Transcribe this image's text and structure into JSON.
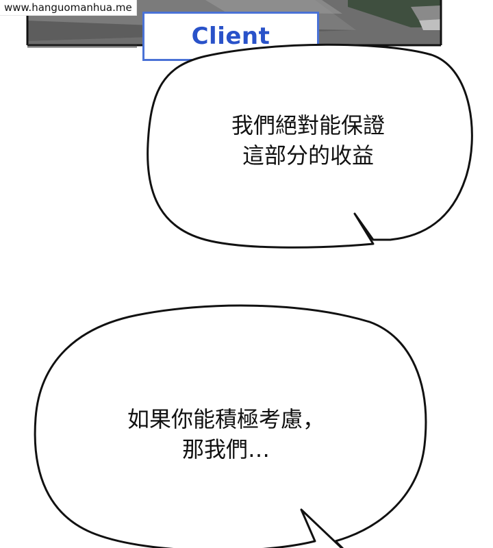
{
  "watermark": {
    "text": "www.hanguomanhua.me"
  },
  "caption_box": {
    "label": "Client",
    "border_color": "#4a72d6",
    "text_color": "#2952c9"
  },
  "speech_bubbles": [
    {
      "lines": [
        "我們絕對能保證",
        "這部分的收益"
      ]
    },
    {
      "lines": [
        "如果你能積極考慮，",
        "那我們…"
      ]
    }
  ],
  "colors": {
    "panel_border": "#111111",
    "bubble_outline": "#111111",
    "bubble_fill": "#ffffff"
  }
}
